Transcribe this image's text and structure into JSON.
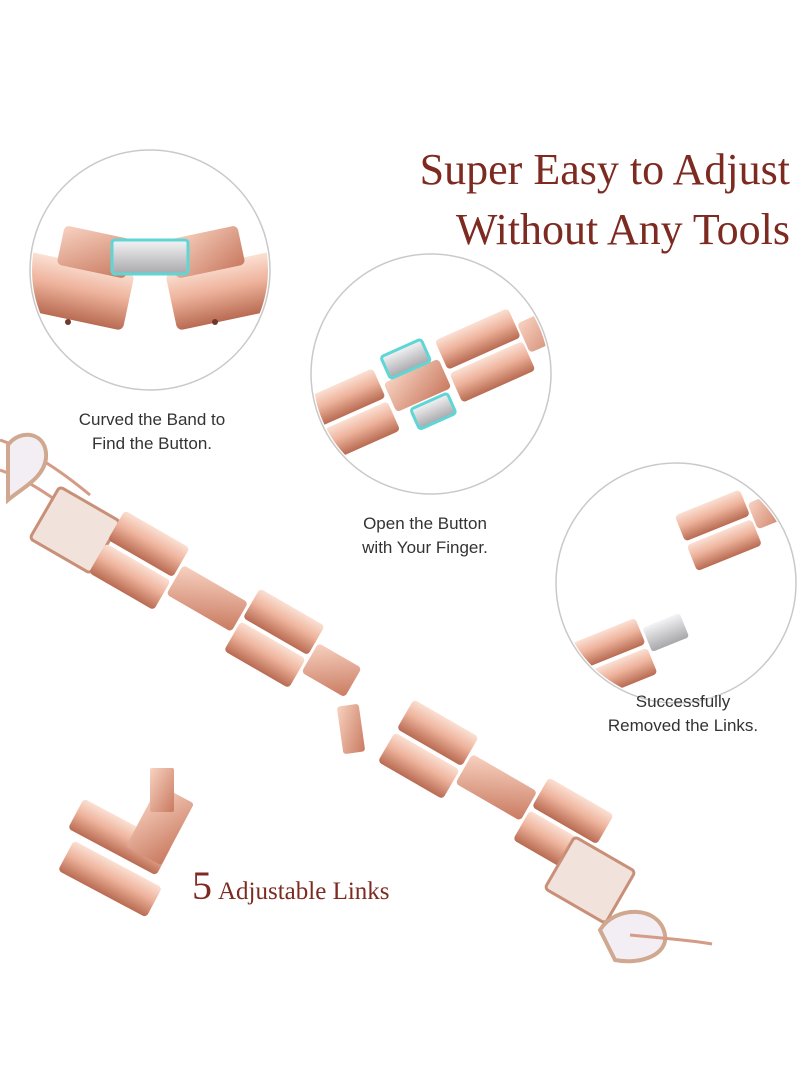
{
  "headline": {
    "line1": "Super Easy to Adjust",
    "line2": "Without Any Tools"
  },
  "steps": [
    {
      "line1": "Curved the Band to",
      "line2": "Find the Button."
    },
    {
      "line1": "Open the Button",
      "line2": "with Your Finger."
    },
    {
      "line1": "Successfully",
      "line2": "Removed the Links."
    }
  ],
  "links_label": {
    "number": "5",
    "text": "Adjustable Links"
  },
  "colors": {
    "accent": "#7d2a21",
    "rose_gold": "#e9aa93",
    "silver": "#d8d8da",
    "circle_outline": "#c9c9c9"
  },
  "icons": [
    "watch-band-illustration",
    "clasp-icon",
    "crystal-heart-icon"
  ]
}
